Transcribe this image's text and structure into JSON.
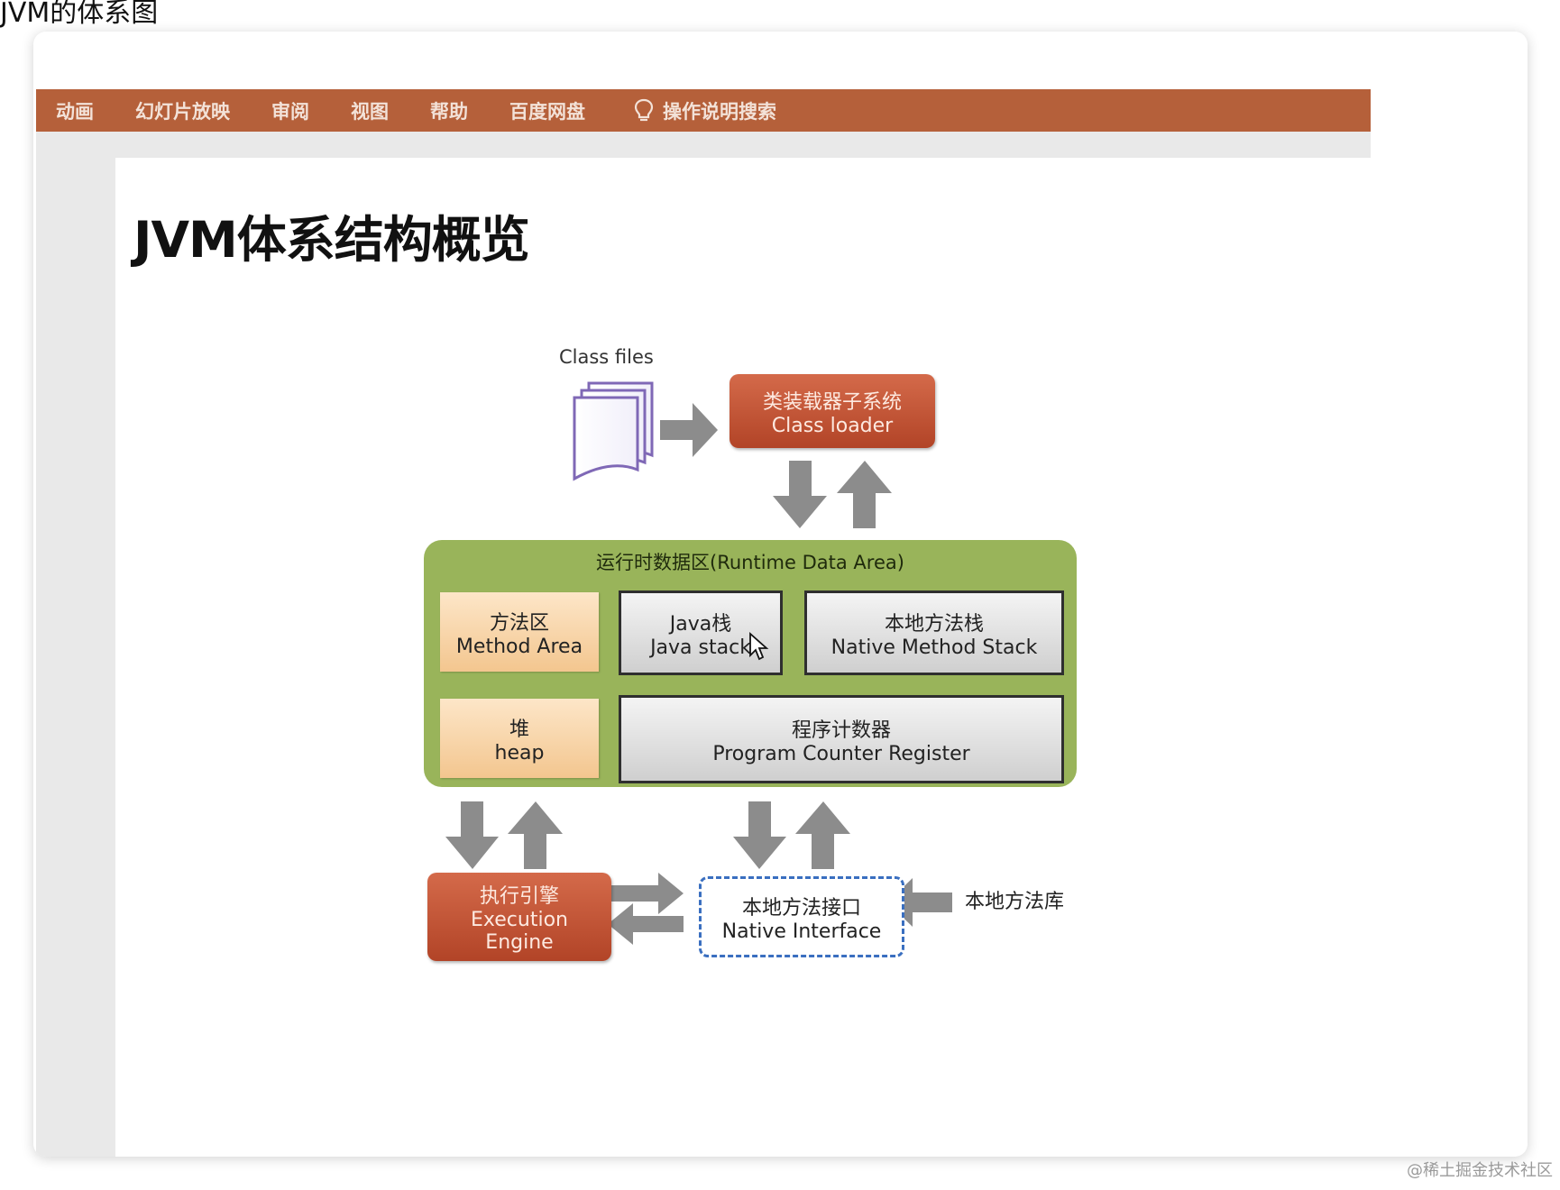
{
  "page_title": "JVM的体系图",
  "ribbon": {
    "tabs": [
      "动画",
      "幻灯片放映",
      "审阅",
      "视图",
      "帮助",
      "百度网盘"
    ],
    "search_label": "操作说明搜索"
  },
  "slide": {
    "title": "JVM体系结构概览"
  },
  "diagram": {
    "class_files": "Class files",
    "class_loader": {
      "zh": "类装载器子系统",
      "en": "Class loader"
    },
    "runtime_area": "运行时数据区(Runtime Data Area)",
    "method_area": {
      "zh": "方法区",
      "en": "Method Area"
    },
    "java_stack": {
      "zh": "Java栈",
      "en": "Java stack"
    },
    "native_stack": {
      "zh": "本地方法栈",
      "en": "Native Method Stack"
    },
    "heap": {
      "zh": "堆",
      "en": "heap"
    },
    "pc_register": {
      "zh": "程序计数器",
      "en": "Program Counter Register"
    },
    "exec_engine": {
      "zh": "执行引擎",
      "en1": "Execution",
      "en2": "Engine"
    },
    "native_interface": {
      "zh": "本地方法接口",
      "en": "Native Interface"
    },
    "native_lib": "本地方法库"
  },
  "watermark": "@稀土掘金技术社区"
}
